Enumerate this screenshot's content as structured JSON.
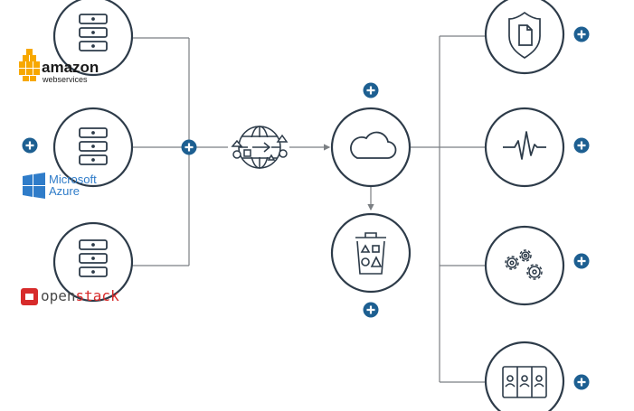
{
  "colors": {
    "node_stroke": "#2d3b49",
    "line": "#7b7f83",
    "plus_fill": "#1d5f91",
    "amazon_text": "#1a1a1a",
    "amazon_orange": "#f7a800",
    "azure_blue": "#2f7cc9",
    "openstack_red": "#d72b2b",
    "openstack_dark": "#4a4a4a"
  },
  "providers": {
    "amazon": {
      "line1": "amazon",
      "line2": "webservices"
    },
    "azure": {
      "line1": "Microsoft",
      "line2": "Azure"
    },
    "openstack": {
      "prefix": "open",
      "suffix": "stack"
    }
  },
  "nodes": [
    {
      "id": "server-aws",
      "icon": "server-stack-icon"
    },
    {
      "id": "server-azure",
      "icon": "server-stack-icon"
    },
    {
      "id": "server-openstack",
      "icon": "server-stack-icon"
    },
    {
      "id": "network-hub",
      "icon": "shapes-network-icon"
    },
    {
      "id": "cloud",
      "icon": "cloud-icon"
    },
    {
      "id": "trash",
      "icon": "trash-shapes-icon"
    },
    {
      "id": "document-shield",
      "icon": "document-shield-icon"
    },
    {
      "id": "pulse",
      "icon": "pulse-icon"
    },
    {
      "id": "gears",
      "icon": "gears-icon"
    },
    {
      "id": "users-panel",
      "icon": "users-panel-icon"
    }
  ],
  "plus_buttons": [
    {
      "id": "plus-azure",
      "icon": "plus-icon"
    },
    {
      "id": "plus-junction",
      "icon": "plus-icon"
    },
    {
      "id": "plus-cloud",
      "icon": "plus-icon"
    },
    {
      "id": "plus-trash",
      "icon": "plus-icon"
    },
    {
      "id": "plus-document",
      "icon": "plus-icon"
    },
    {
      "id": "plus-pulse",
      "icon": "plus-icon"
    },
    {
      "id": "plus-gears",
      "icon": "plus-icon"
    },
    {
      "id": "plus-users",
      "icon": "plus-icon"
    }
  ]
}
